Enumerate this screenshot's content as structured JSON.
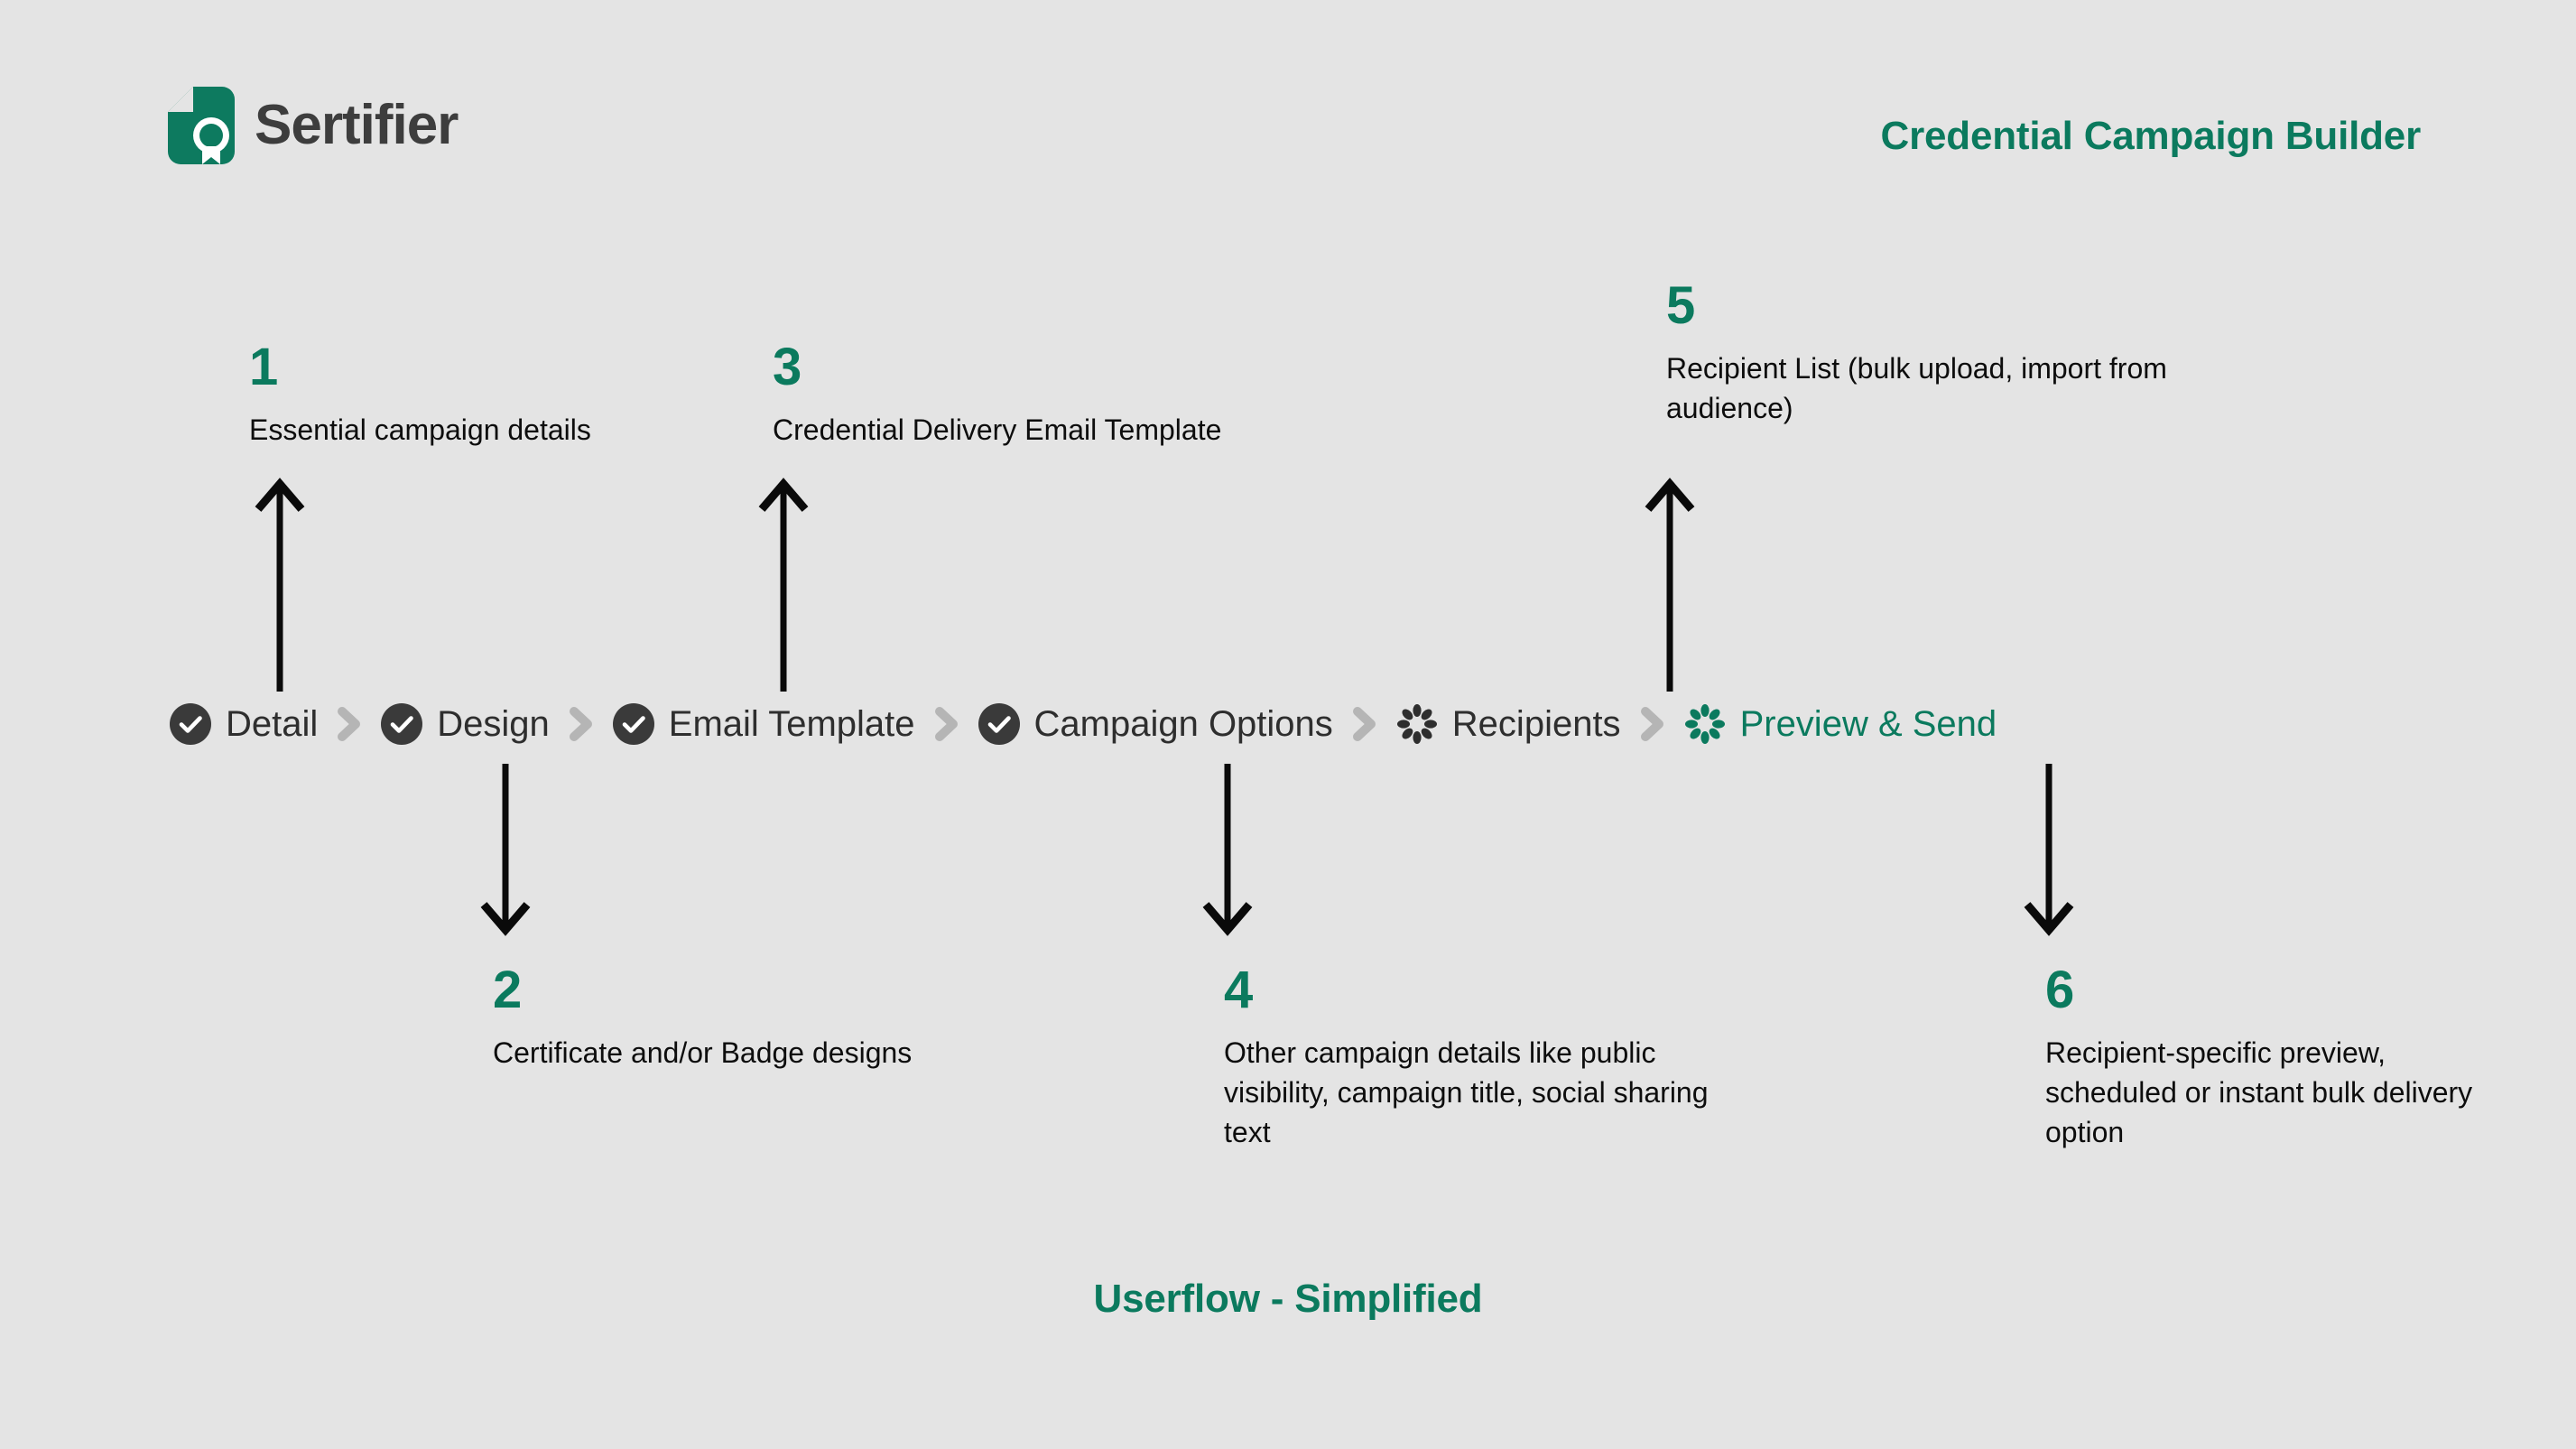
{
  "brand": {
    "name": "Sertifier",
    "logo_icon": "sertifier-document-badge-logo"
  },
  "header": {
    "title": "Credential Campaign Builder"
  },
  "colors": {
    "background": "#e4e4e4",
    "brand_green": "#0b7a5e",
    "logo_green": "#0d7a5f",
    "text_dark": "#0d0d0d",
    "step_label": "#2e2e2e",
    "badge_dark": "#3a3a3a",
    "chevron_gray": "#b5b5b5",
    "arrow": "#0a0a0a"
  },
  "stepper": {
    "steps": [
      {
        "label": "Detail",
        "state": "complete",
        "icon": "check-circle-icon"
      },
      {
        "label": "Design",
        "state": "complete",
        "icon": "check-circle-icon"
      },
      {
        "label": "Email Template",
        "state": "complete",
        "icon": "check-circle-icon"
      },
      {
        "label": "Campaign Options",
        "state": "complete",
        "icon": "check-circle-icon"
      },
      {
        "label": "Recipients",
        "state": "pending",
        "icon": "flower-spinner-icon"
      },
      {
        "label": "Preview & Send",
        "state": "active",
        "icon": "flower-spinner-icon"
      }
    ],
    "separator_icon": "chevron-right-icon"
  },
  "callouts": [
    {
      "number": "1",
      "text": "Essential campaign details",
      "direction": "up",
      "target": "Detail"
    },
    {
      "number": "2",
      "text": "Certificate and/or Badge designs",
      "direction": "down",
      "target": "Design"
    },
    {
      "number": "3",
      "text": "Credential Delivery Email Template",
      "direction": "up",
      "target": "Email Template"
    },
    {
      "number": "4",
      "text": "Other campaign details like public visibility, campaign title, social sharing text",
      "direction": "down",
      "target": "Campaign Options"
    },
    {
      "number": "5",
      "text": "Recipient List (bulk upload, import from audience)",
      "direction": "up",
      "target": "Recipients"
    },
    {
      "number": "6",
      "text": "Recipient-specific preview, scheduled or instant bulk delivery option",
      "direction": "down",
      "target": "Preview & Send"
    }
  ],
  "caption": {
    "text": "Userflow - Simplified"
  }
}
